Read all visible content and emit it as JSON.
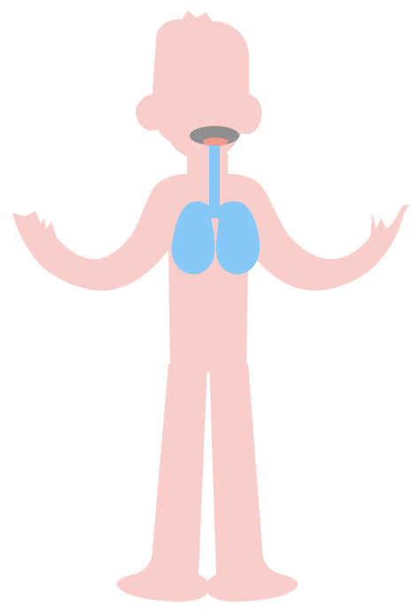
{
  "diagram": {
    "subject": "human-body-respiratory-system",
    "colors": {
      "background": "#ffffff",
      "body": "#f9cdc9",
      "lungs": "#86c8f7",
      "trachea": "#86c8f7",
      "mouth_outer": "#8f8f8f",
      "mouth_inner": "#f19a8e"
    },
    "parts": [
      "head",
      "hair",
      "ears",
      "neck",
      "torso",
      "arms",
      "hands",
      "legs",
      "feet",
      "mouth",
      "trachea",
      "left-lung",
      "right-lung"
    ]
  }
}
